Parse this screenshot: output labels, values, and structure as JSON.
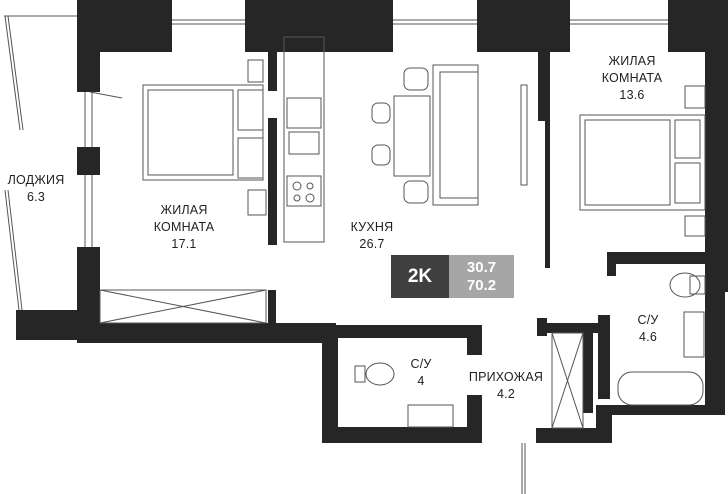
{
  "rooms": {
    "loggia": {
      "name": "ЛОДЖИЯ",
      "area": "6.3"
    },
    "living_room_1": {
      "name_line1": "ЖИЛАЯ",
      "name_line2": "КОМНАТА",
      "area": "17.1"
    },
    "kitchen": {
      "name": "КУХНЯ",
      "area": "26.7"
    },
    "living_room_2": {
      "name_line1": "ЖИЛАЯ",
      "name_line2": "КОМНАТА",
      "area": "13.6"
    },
    "bathroom_1": {
      "name": "С/У",
      "area": "4"
    },
    "bathroom_2": {
      "name": "С/У",
      "area": "4.6"
    },
    "hallway": {
      "name": "ПРИХОЖАЯ",
      "area": "4.2"
    }
  },
  "badge": {
    "type": "2K",
    "living_area": "30.7",
    "total_area": "70.2"
  },
  "colors": {
    "wall": "#262626",
    "badge_dark": "#3f3f3f",
    "badge_light": "#a6a6a6",
    "line": "#555555"
  }
}
